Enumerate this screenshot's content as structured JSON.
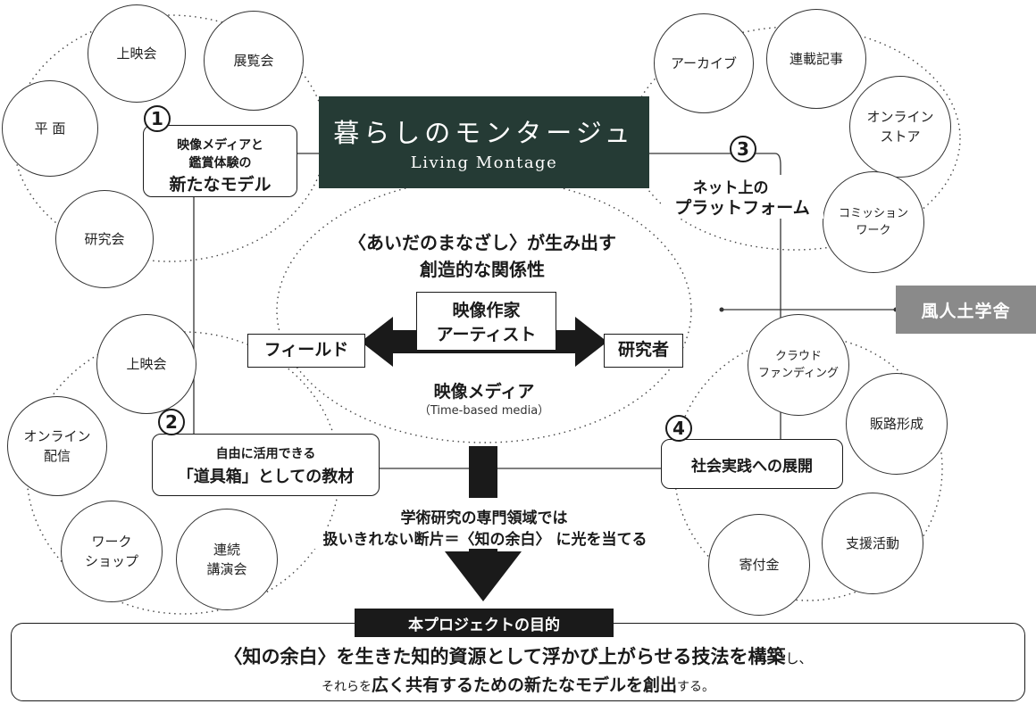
{
  "title": {
    "jp": "暮らしのモンタージュ",
    "en": "Living Montage"
  },
  "external": {
    "label": "風人土学舎"
  },
  "nodes": [
    {
      "number": "1",
      "line1": "映像メディアと",
      "line2": "鑑賞体験の",
      "line3": "新たなモデル"
    },
    {
      "number": "2",
      "line1": "自由に活用できる",
      "line2": "「道具箱」としての教材"
    },
    {
      "number": "3",
      "line1": "ネット上の",
      "line2": "プラットフォーム"
    },
    {
      "number": "4",
      "line1": "社会実践への展開"
    }
  ],
  "circles": {
    "top_left": [
      "上映会",
      "展覧会",
      "平 面",
      "研究会"
    ],
    "bottom_left": [
      "上映会",
      "オンライン\n配信",
      "ワーク\nショップ",
      "連続\n講演会"
    ],
    "top_right": [
      "アーカイブ",
      "連載記事",
      "オンライン\nストア",
      "コミッション\nワーク"
    ],
    "bottom_right": [
      "クラウド\nファンディング",
      "販路形成",
      "支援活動",
      "寄付金"
    ]
  },
  "center": {
    "heading1": "〈あいだのまなざし〉が生み出す",
    "heading2": "創造的な関係性",
    "artist1": "映像作家",
    "artist2": "アーティスト",
    "field": "フィールド",
    "researcher": "研究者",
    "media": "映像メディア",
    "media_en": "（Time-based media）"
  },
  "middle_text": {
    "line1": "学術研究の専門領域では",
    "line2": "扱いきれない断片＝〈知の余白〉 に光を当てる"
  },
  "purpose": {
    "label": "本プロジェクトの目的",
    "line1_main": "〈知の余白〉を生きた知的資源として浮かび上がらせる技法を構築",
    "line1_tail": "し、",
    "line2_pre": "それらを",
    "line2_main": "広く共有するための新たなモデルを創出",
    "line2_tail": "する。"
  },
  "colors": {
    "title_bg": "#253b35",
    "external_bg": "#8a8a8a",
    "dark": "#1a1a1a"
  }
}
